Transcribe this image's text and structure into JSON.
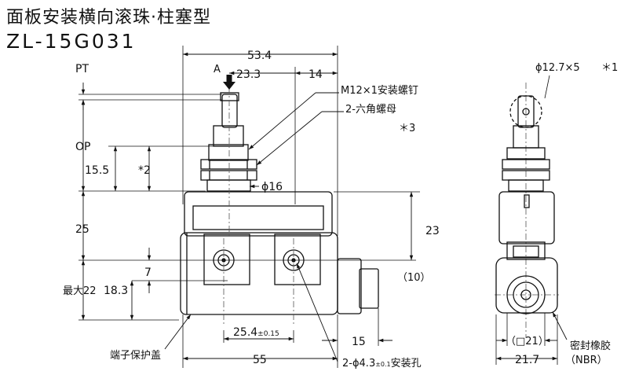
{
  "title": {
    "name_cn": "面板安装横向滚珠·柱塞型",
    "model": "ZL-15G031"
  },
  "dimensions": {
    "overall_width": "53.4",
    "plunger_offset": "23.3",
    "right_offset": "14",
    "pt": "PT",
    "view_arrow": "A",
    "op": "OP",
    "op_value": "15.5",
    "note_2": "*2",
    "thread_dia": "ϕ16",
    "body_upper": "25",
    "body_right": "23",
    "max_label": "最大22",
    "mid_height": "18.3",
    "hole_height": "7",
    "right_ten": "（10）",
    "hole_pitch": "25.4",
    "hole_pitch_tol": "±0.15",
    "cover_width": "15",
    "base_width": "55",
    "roller": "ϕ12.7×5",
    "roller_note": "＊1",
    "side_square": "（□21）",
    "side_width": "21.7"
  },
  "callouts": {
    "screw": "M12×1安装螺钉",
    "nut": "2-六角螺母",
    "nut_note": "＊3",
    "terminal_cover": "端子保护盖",
    "mount_hole_prefix": "2-ϕ4.3",
    "mount_hole_tol": "±0.1",
    "mount_hole_suffix": "安装孔",
    "seal_rubber": "密封橡胶",
    "seal_material": "（NBR）"
  }
}
